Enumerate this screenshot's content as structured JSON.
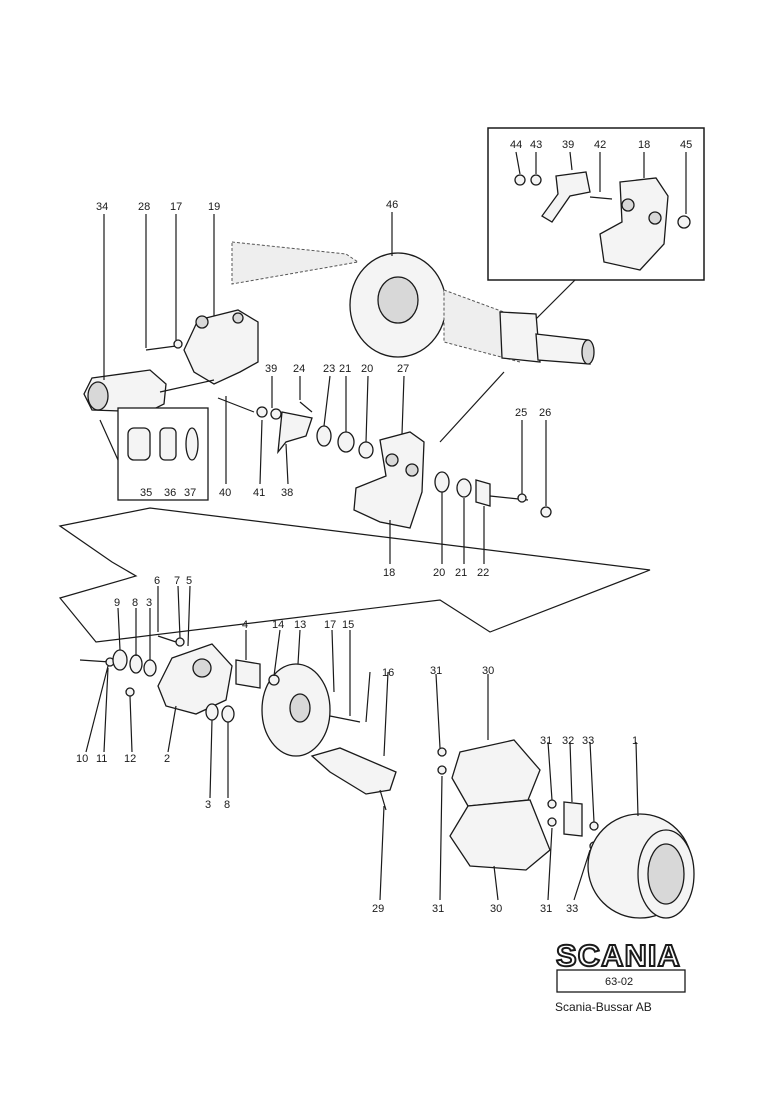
{
  "labels": {
    "inset_top": [
      "44",
      "43",
      "39",
      "42",
      "18",
      "45"
    ],
    "upper_left": [
      "34",
      "28",
      "17",
      "19"
    ],
    "axle": [
      "46"
    ],
    "mid_row": [
      "39",
      "24",
      "23",
      "21",
      "20",
      "27",
      "25",
      "26"
    ],
    "mid_left": [
      "40",
      "41",
      "38"
    ],
    "seal_inset": [
      "35",
      "36",
      "37"
    ],
    "mid_bottom": [
      "18",
      "20",
      "21",
      "22"
    ],
    "lower_top": [
      "6",
      "7",
      "5",
      "9",
      "8",
      "3",
      "4",
      "14",
      "13",
      "17",
      "15",
      "16",
      "31",
      "30"
    ],
    "lower_bottom": [
      "10",
      "11",
      "12",
      "2",
      "3",
      "8"
    ],
    "lower_right": [
      "31",
      "32",
      "33",
      "1",
      "29",
      "31",
      "30",
      "31",
      "33"
    ]
  },
  "logo": {
    "brand": "SCANIA",
    "code": "63-02",
    "company": "Scania-Bussar AB"
  }
}
